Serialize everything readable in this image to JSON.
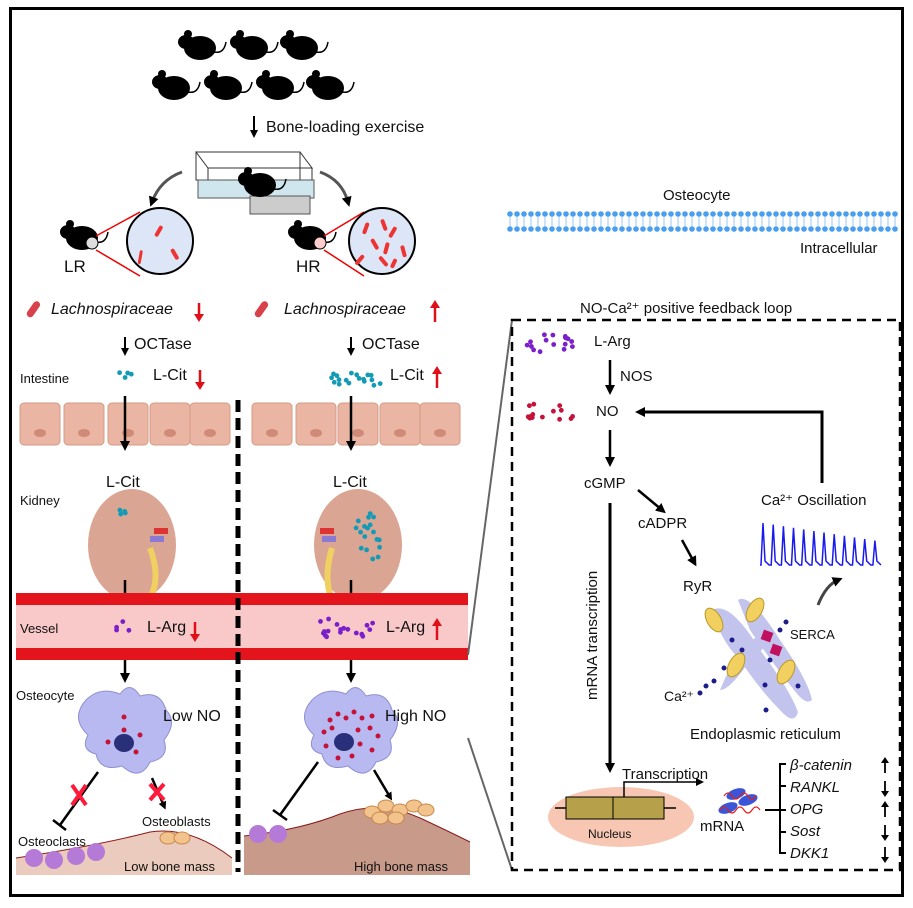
{
  "title": "Bone-loading exercise, gut Lachnospiraceae, L-Cit/L-Arg/NO axis and osteocyte NO-Ca2+ feedback loop",
  "top": {
    "exercise_label": "Bone-loading exercise",
    "group_low": "LR",
    "group_high": "HR"
  },
  "left_panel": {
    "bacteria": "Lachnospiraceae",
    "octase": "OCTase",
    "lcit": "L-Cit",
    "larg": "L-Arg",
    "low_no": "Low NO",
    "osteoclasts": "Osteoclasts",
    "osteoblasts": "Osteoblasts",
    "low_bone": "Low bone mass",
    "trend": "down"
  },
  "right_panel": {
    "bacteria": "Lachnospiraceae",
    "octase": "OCTase",
    "lcit": "L-Cit",
    "larg": "L-Arg",
    "high_no": "High NO",
    "high_bone": "High bone mass",
    "trend": "up"
  },
  "row_labels": {
    "intestine": "Intestine",
    "kidney": "Kidney",
    "vessel": "Vessel",
    "osteocyte": "Osteocyte"
  },
  "osteocyte_panel": {
    "title": "Osteocyte",
    "intracellular": "Intracellular",
    "loop_title": "NO-Ca²⁺ positive feedback loop",
    "larg": "L-Arg",
    "nos": "NOS",
    "no": "NO",
    "cgmp": "cGMP",
    "cadpr": "cADPR",
    "ryr": "RyR",
    "ca_osc": "Ca²⁺ Oscillation",
    "serca": "SERCA",
    "ca": "Ca²⁺",
    "er": "Endoplasmic reticulum",
    "mrna_transcription": "mRNA transcription",
    "transcription": "Transcription",
    "nucleus": "Nucleus",
    "mrna": "mRNA",
    "genes": [
      {
        "name": "β-catenin",
        "direction": "up"
      },
      {
        "name": "RANKL",
        "direction": "down"
      },
      {
        "name": "OPG",
        "direction": "up"
      },
      {
        "name": "Sost",
        "direction": "down"
      },
      {
        "name": "DKK1",
        "direction": "down"
      }
    ]
  },
  "colors": {
    "red_arrow": "#e0101a",
    "vessel": "#e3141c",
    "vessel_inner": "#f9c9c9",
    "cit_dot": "#139bb5",
    "arg_dot": "#7a1fc9",
    "no_dot": "#c4123a",
    "osc_line": "#1a1aee",
    "membrane": "#4a9ef0",
    "cell": "#b8b9f0",
    "nucleus_fill": "#f7c7b3"
  }
}
